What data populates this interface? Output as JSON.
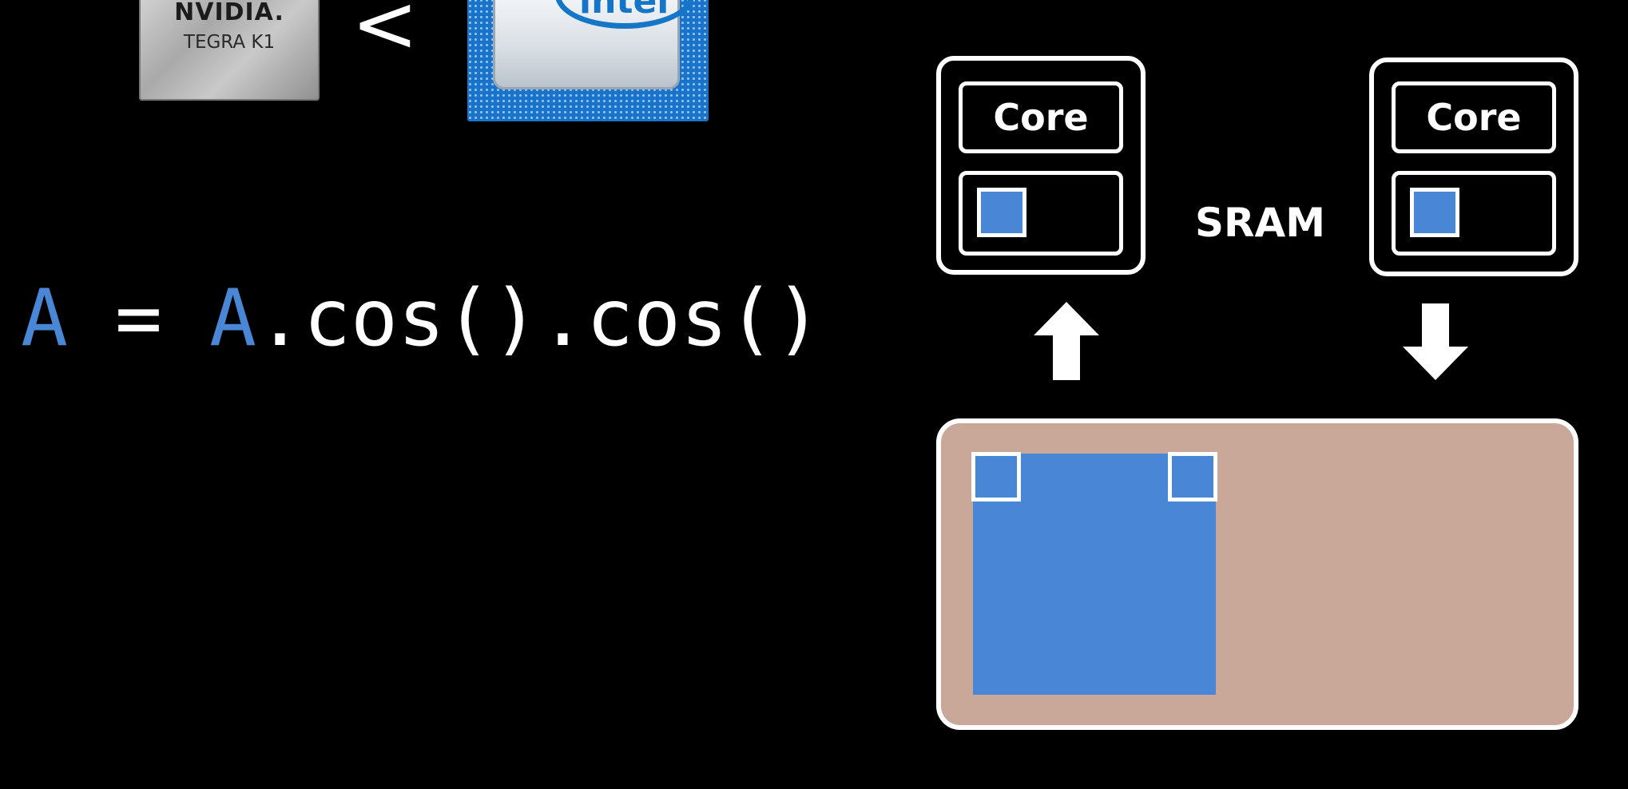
{
  "chips": {
    "left": {
      "brand": "NVIDIA.",
      "model": "TEGRA K1"
    },
    "comparison": "<",
    "right": {
      "brand": "intel"
    }
  },
  "expression": {
    "lhs": "A",
    "eq": " = ",
    "rhs_var": "A",
    "rhs_rest": ".cos().cos()"
  },
  "diagram": {
    "core_left_label": "Core",
    "core_right_label": "Core",
    "sram_label": "SRAM",
    "arrow_left": "up",
    "arrow_right": "down"
  },
  "colors": {
    "accent_blue": "#4a86d6",
    "memory_fill": "#c9a799",
    "background": "#000000",
    "stroke": "#ffffff"
  }
}
